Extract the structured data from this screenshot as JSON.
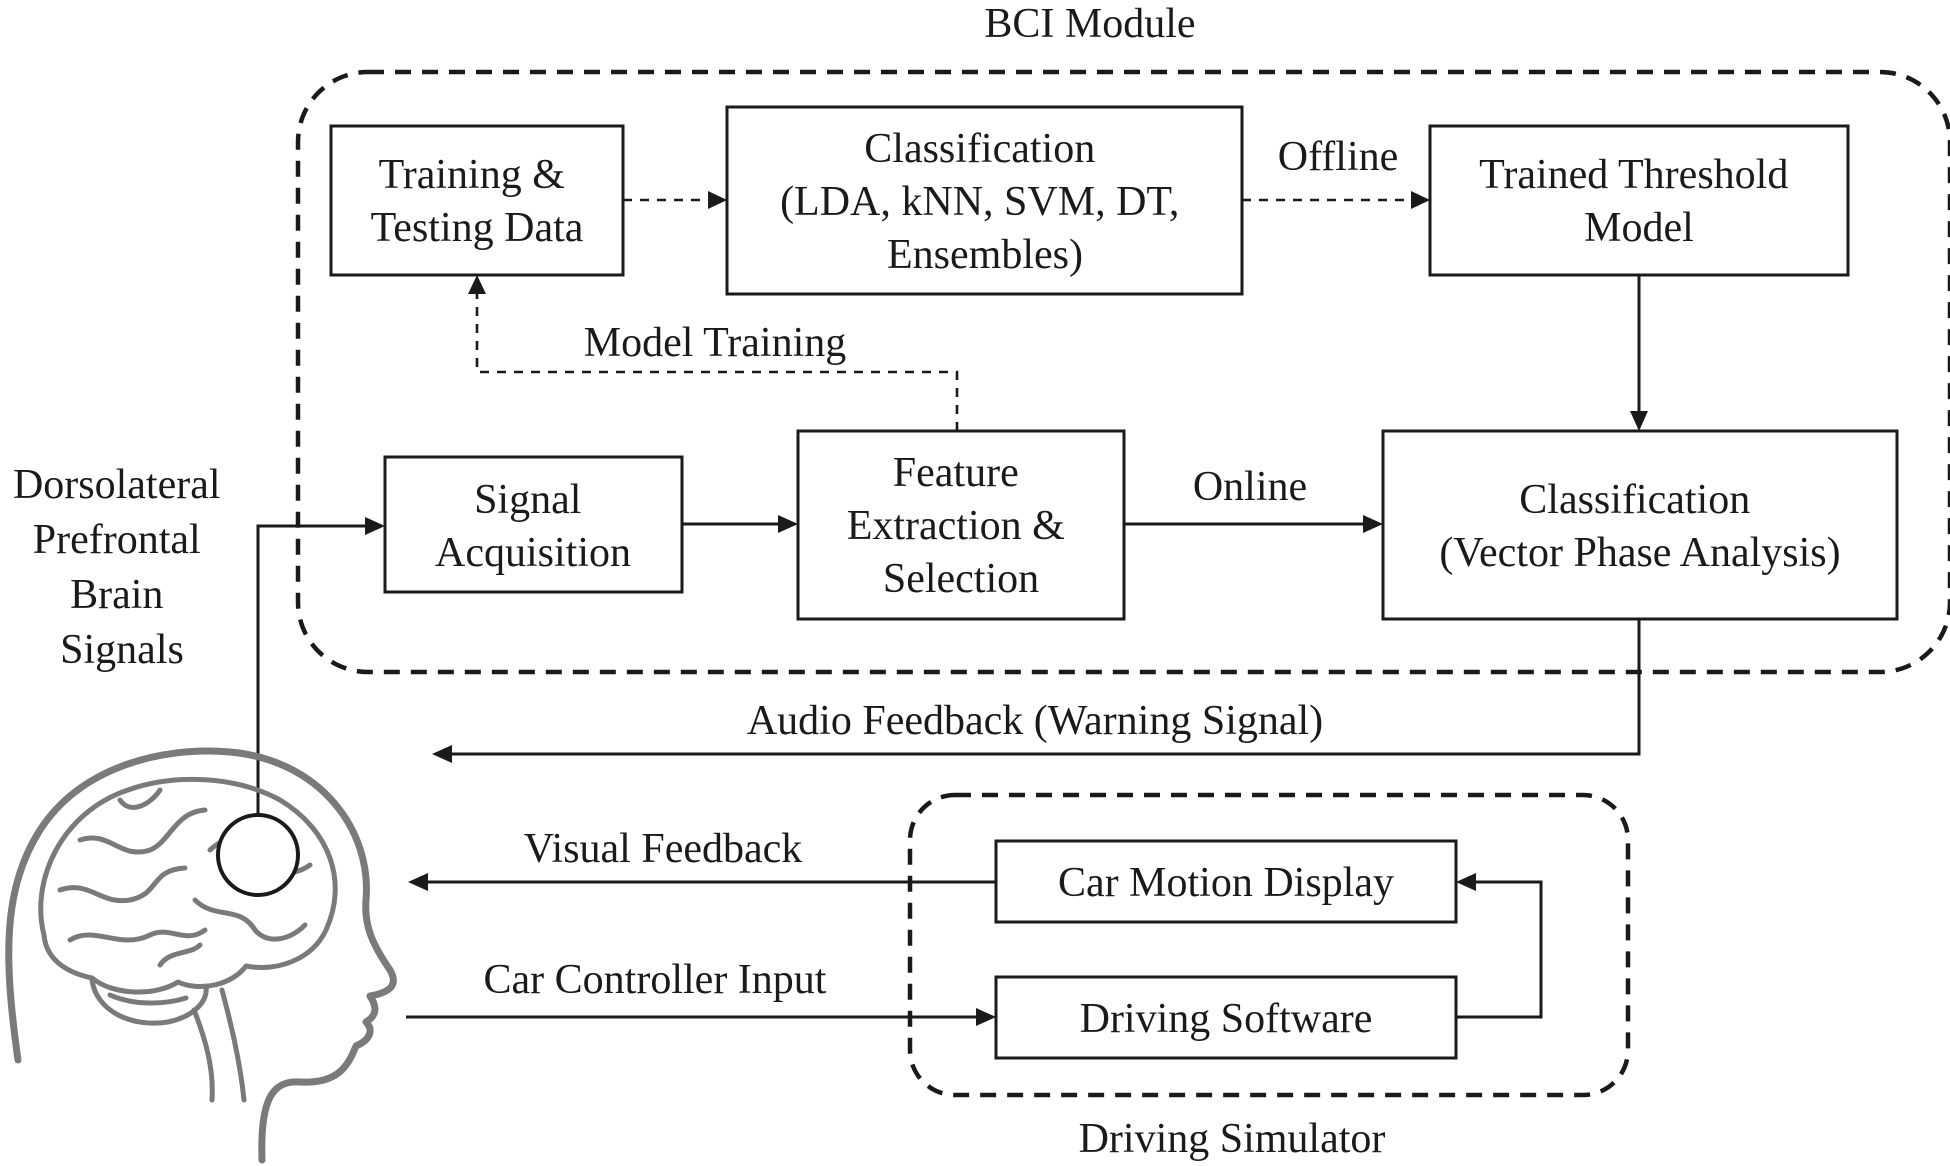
{
  "groups": {
    "bci": "BCI Module",
    "sim": "Driving Simulator"
  },
  "boxes": {
    "train_data": [
      "Training &",
      "Testing Data"
    ],
    "classif_offline": [
      "Classification",
      "(LDA, kNN, SVM, DT,",
      "Ensembles)"
    ],
    "trained_model": [
      "Trained Threshold",
      "Model"
    ],
    "signal_acq": [
      "Signal",
      "Acquisition"
    ],
    "feature": [
      "Feature",
      "Extraction &",
      "Selection"
    ],
    "classif_online": [
      "Classification",
      "(Vector Phase Analysis)"
    ],
    "car_display": [
      "Car Motion Display"
    ],
    "driving_sw": [
      "Driving Software"
    ]
  },
  "labels": {
    "offline": "Offline",
    "online": "Online",
    "model_training": "Model Training",
    "audio": "Audio Feedback (Warning Signal)",
    "visual": "Visual Feedback",
    "controller": "Car Controller Input",
    "brain_signals": [
      "Dorsolateral",
      "Prefrontal",
      "Brain",
      "Signals"
    ]
  }
}
